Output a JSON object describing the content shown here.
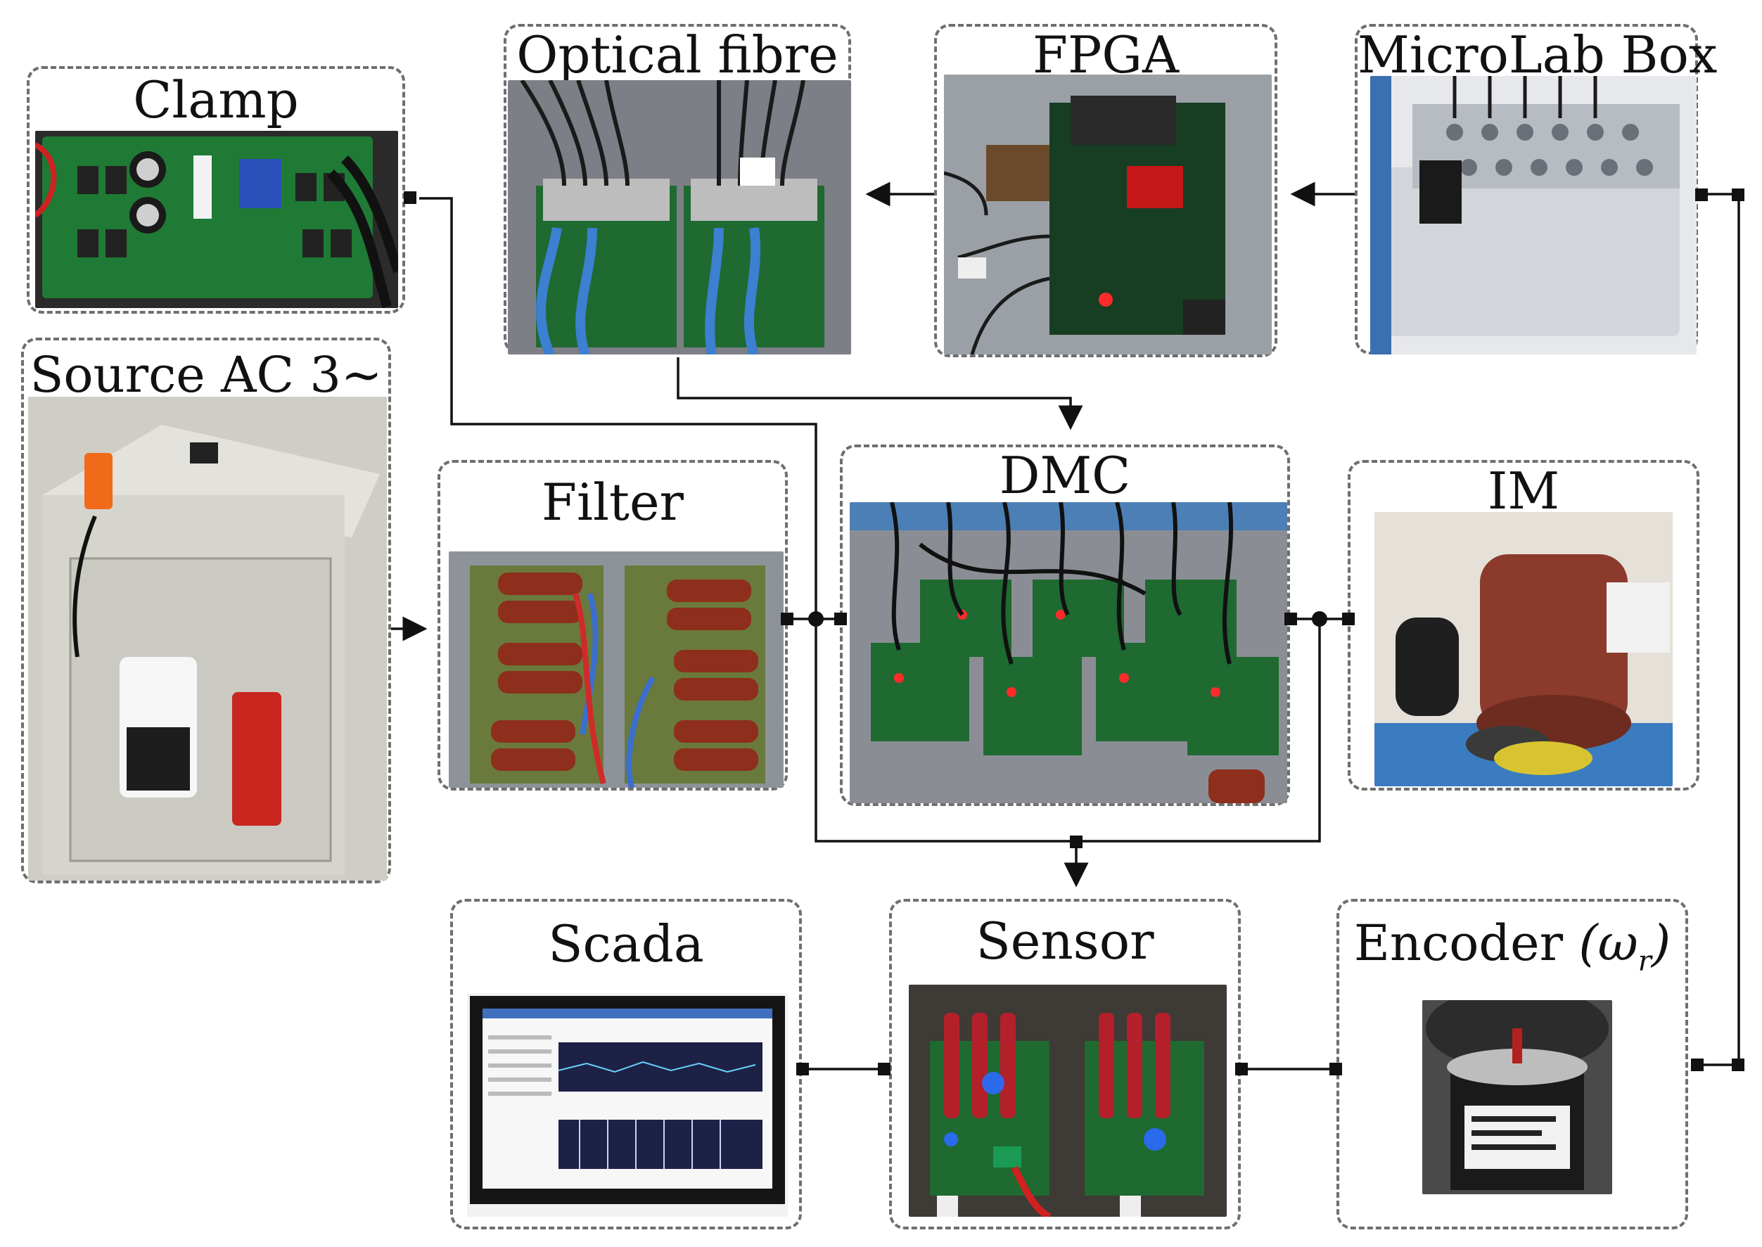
{
  "blocks": {
    "clamp": {
      "label": "Clamp"
    },
    "optical_fibre": {
      "label": "Optical fibre"
    },
    "fpga": {
      "label": "FPGA"
    },
    "microlab_box": {
      "label": "MicroLab Box"
    },
    "source": {
      "label": "Source AC 3",
      "symbol": "∼"
    },
    "filter": {
      "label": "Filter"
    },
    "dmc": {
      "label": "DMC"
    },
    "im": {
      "label": "IM"
    },
    "scada": {
      "label": "Scada"
    },
    "sensor": {
      "label": "Sensor"
    },
    "encoder": {
      "label": "Encoder",
      "symbol": "(ω",
      "subscript": "r",
      "close": ")"
    }
  },
  "colors": {
    "border": "#6f6f6f",
    "wire": "#111111",
    "pcb_green": "#1f6b2e",
    "capacitor_red": "#8a2a1a",
    "cabinet_grey": "#d8d8d0",
    "motor_red": "#8b3a2c",
    "led_blue": "#2a6bff",
    "dspace_grey": "#c9ccd2"
  }
}
